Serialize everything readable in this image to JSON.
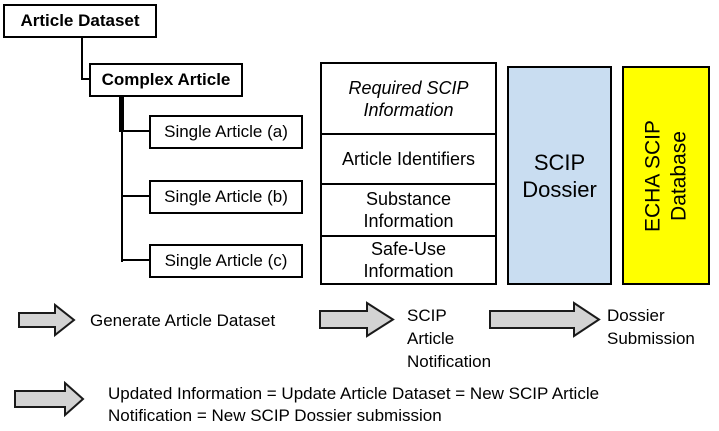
{
  "tree": {
    "root": "Article Dataset",
    "child": "Complex Article",
    "leaves": [
      "Single Article (a)",
      "Single Article (b)",
      "Single Article (c)"
    ]
  },
  "info_table": {
    "header": "Required SCIP\nInformation",
    "rows": [
      "Article Identifiers",
      "Substance\nInformation",
      "Safe-Use\nInformation"
    ]
  },
  "dossier": {
    "label": "SCIP\nDossier"
  },
  "database": {
    "label": "ECHA SCIP\nDatabase"
  },
  "steps": [
    {
      "label": "Generate Article Dataset"
    },
    {
      "label": "SCIP\nArticle\nNotification"
    },
    {
      "label": "Dossier\nSubmission"
    }
  ],
  "update_note": "Updated Information = Update Article Dataset = New SCIP Article\nNotification = New SCIP Dossier submission",
  "colors": {
    "box_border": "#000000",
    "arrow_fill": "#d3d3d3",
    "dossier_fill": "#c9ddf1",
    "database_fill": "#ffff00"
  }
}
